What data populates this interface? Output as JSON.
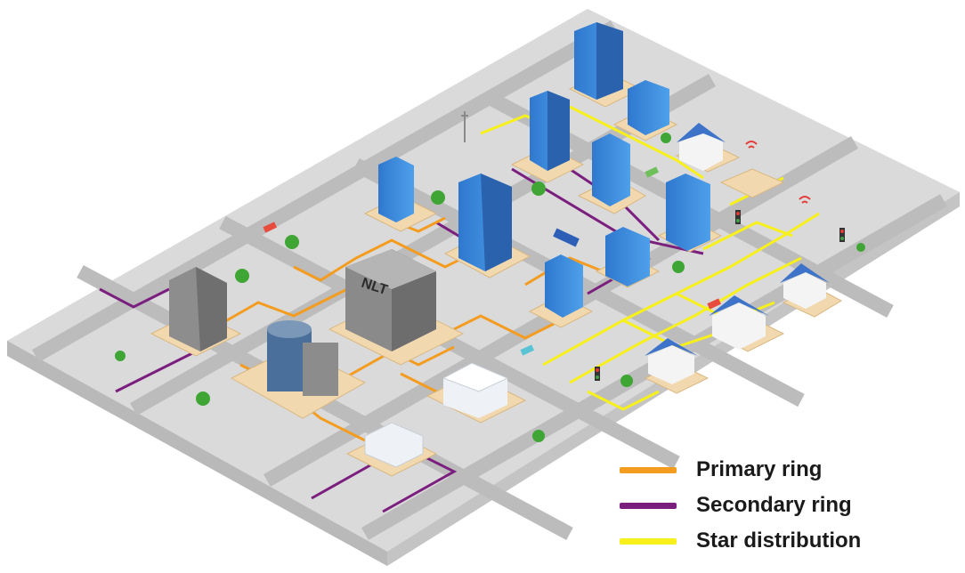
{
  "diagram": {
    "building_sign": "NLT",
    "legend": [
      {
        "label": "Primary ring",
        "color": "#f39c1f"
      },
      {
        "label": "Secondary ring",
        "color": "#7b1f7f"
      },
      {
        "label": "Star distribution",
        "color": "#f7f01a"
      }
    ],
    "colors": {
      "ground": "#d6d6d6",
      "road": "#bdbdbd",
      "tower": "#3a86d6",
      "house_roof": "#3d74c9",
      "tree": "#3fa535",
      "plot": "#f1d8ae"
    },
    "icons": [
      "blue-office-tower",
      "house",
      "tree",
      "traffic-light",
      "car",
      "bus",
      "wifi-antenna",
      "cell-mast",
      "people"
    ]
  }
}
